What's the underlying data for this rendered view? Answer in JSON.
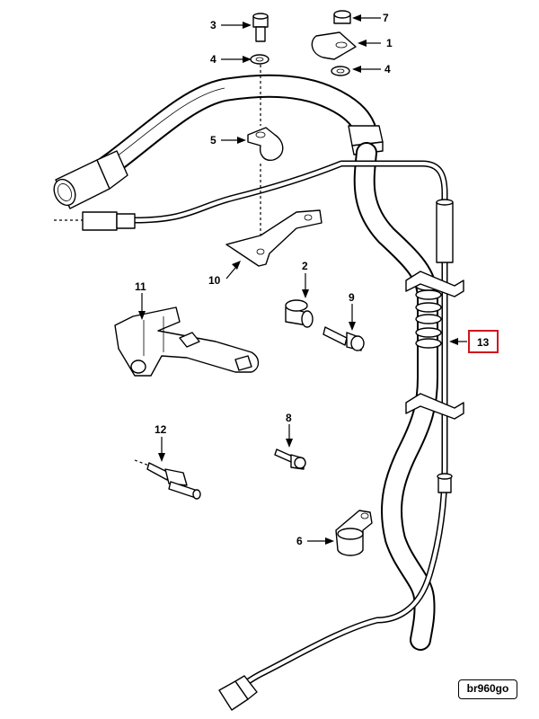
{
  "callouts": {
    "c1": "1",
    "c2": "2",
    "c3": "3",
    "c4a": "4",
    "c4b": "4",
    "c5": "5",
    "c6": "6",
    "c7": "7",
    "c8": "8",
    "c9": "9",
    "c10": "10",
    "c11": "11",
    "c12": "12",
    "c13": "13"
  },
  "reference_code": "br960go",
  "highlight_color": "#d0161b",
  "highlighted_callout": "13"
}
